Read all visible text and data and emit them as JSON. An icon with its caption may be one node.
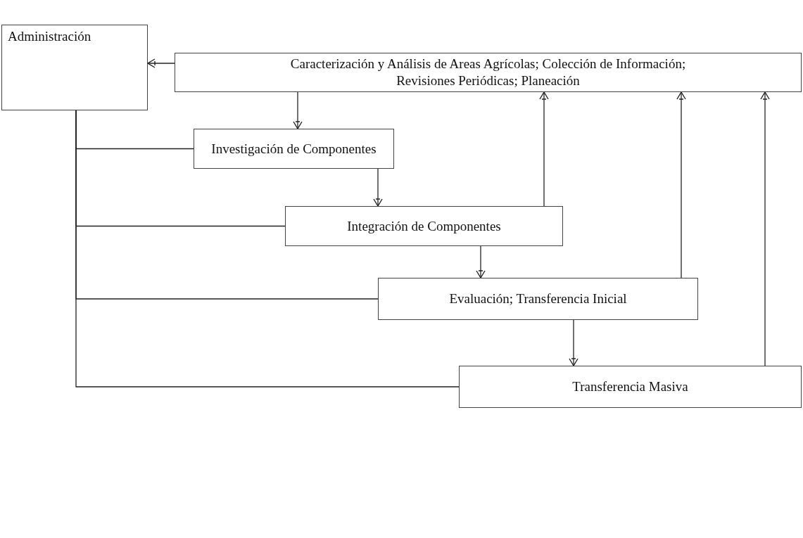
{
  "diagram": {
    "nodes": [
      {
        "text": [
          "Administración"
        ]
      },
      {
        "text": [
          "Caracterización y Análisis de Areas Agrícolas; Colección de Información; Revisiones Periódicas; Planeación"
        ]
      },
      {
        "text": [
          "Investigación de Componentes"
        ]
      },
      {
        "text": [
          "Integración de Componentes"
        ]
      },
      {
        "text": [
          "Evaluación; Transferencia Inicial"
        ]
      },
      {
        "text": [
          "Transferencia Masiva"
        ]
      }
    ],
    "edges": [
      {
        "from": 1,
        "to": 0,
        "arrow": "to"
      },
      {
        "from": 1,
        "to": 2,
        "arrow": "to"
      },
      {
        "from": 2,
        "to": 3,
        "arrow": "to"
      },
      {
        "from": 3,
        "to": 4,
        "arrow": "to"
      },
      {
        "from": 4,
        "to": 5,
        "arrow": "to"
      },
      {
        "from": 3,
        "to": 1,
        "arrow": "to"
      },
      {
        "from": 4,
        "to": 1,
        "arrow": "to"
      },
      {
        "from": 5,
        "to": 1,
        "arrow": "to"
      },
      {
        "from": 0,
        "to": 2,
        "arrow": "none"
      },
      {
        "from": 0,
        "to": 3,
        "arrow": "none"
      },
      {
        "from": 0,
        "to": 4,
        "arrow": "none"
      },
      {
        "from": 0,
        "to": 5,
        "arrow": "none"
      }
    ]
  }
}
